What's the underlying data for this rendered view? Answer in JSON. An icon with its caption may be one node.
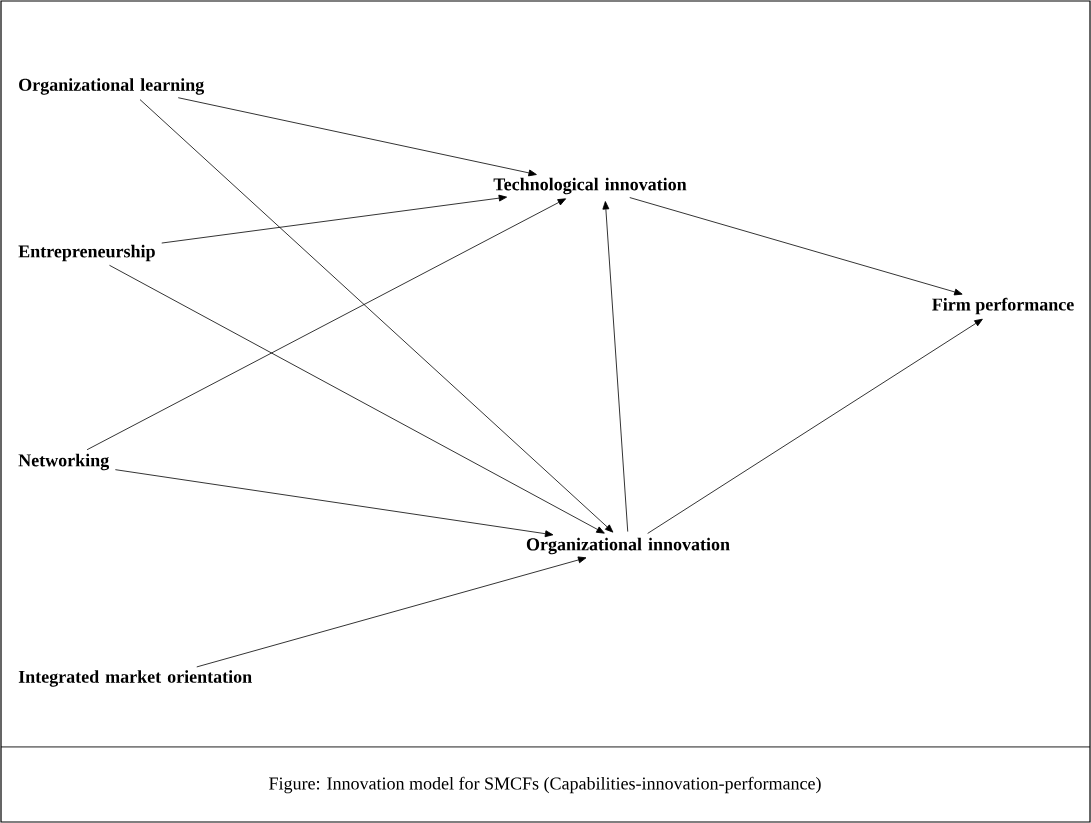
{
  "diagram": {
    "caption": "Figure: Innovation model for SMCFs (Capabilities-innovation-performance)",
    "nodes": [
      {
        "text": [
          "Organizational learning"
        ]
      },
      {
        "text": [
          "Entrepreneurship"
        ]
      },
      {
        "text": [
          "Networking"
        ]
      },
      {
        "text": [
          "Integrated market orientation"
        ]
      },
      {
        "text": [
          "Technological innovation"
        ]
      },
      {
        "text": [
          "Organizational innovation"
        ]
      },
      {
        "text": [
          "Firm performance"
        ]
      }
    ],
    "edges": [
      {
        "from": 0,
        "to": 4,
        "arrow": "to"
      },
      {
        "from": 0,
        "to": 5,
        "arrow": "to"
      },
      {
        "from": 1,
        "to": 4,
        "arrow": "to"
      },
      {
        "from": 1,
        "to": 5,
        "arrow": "to"
      },
      {
        "from": 2,
        "to": 4,
        "arrow": "to"
      },
      {
        "from": 2,
        "to": 5,
        "arrow": "to"
      },
      {
        "from": 3,
        "to": 5,
        "arrow": "to"
      },
      {
        "from": 5,
        "to": 4,
        "arrow": "to"
      },
      {
        "from": 4,
        "to": 6,
        "arrow": "to"
      },
      {
        "from": 5,
        "to": 6,
        "arrow": "to"
      }
    ]
  }
}
